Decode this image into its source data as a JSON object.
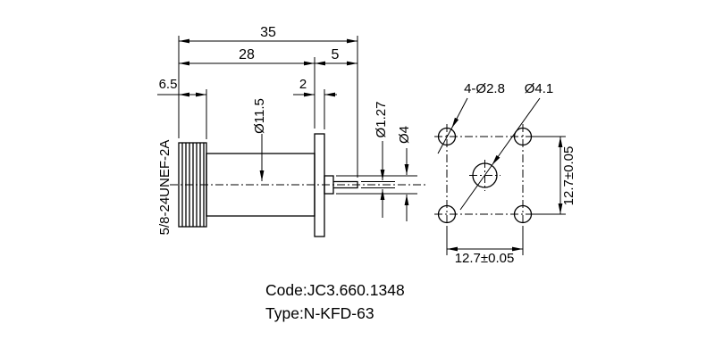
{
  "side_view": {
    "overall_length": "35",
    "body_length": "28",
    "rear_length": "5",
    "thread_length": "6.5",
    "flange_thickness": "2",
    "body_diameter": "Ø11.5",
    "pin_diameter": "Ø1.27",
    "insulator_diameter": "Ø4",
    "thread_spec": "5/8-24UNEF-2A"
  },
  "front_view": {
    "mounting_holes": "4-Ø2.8",
    "center_hole_diameter": "Ø4.1",
    "hole_pitch_horizontal": "12.7±0.05",
    "hole_pitch_vertical": "12.7±0.05"
  },
  "title_block": {
    "code": "Code:JC3.660.1348",
    "type": "Type:N-KFD-63"
  },
  "colors": {
    "line": "#000000",
    "background": "#ffffff"
  }
}
